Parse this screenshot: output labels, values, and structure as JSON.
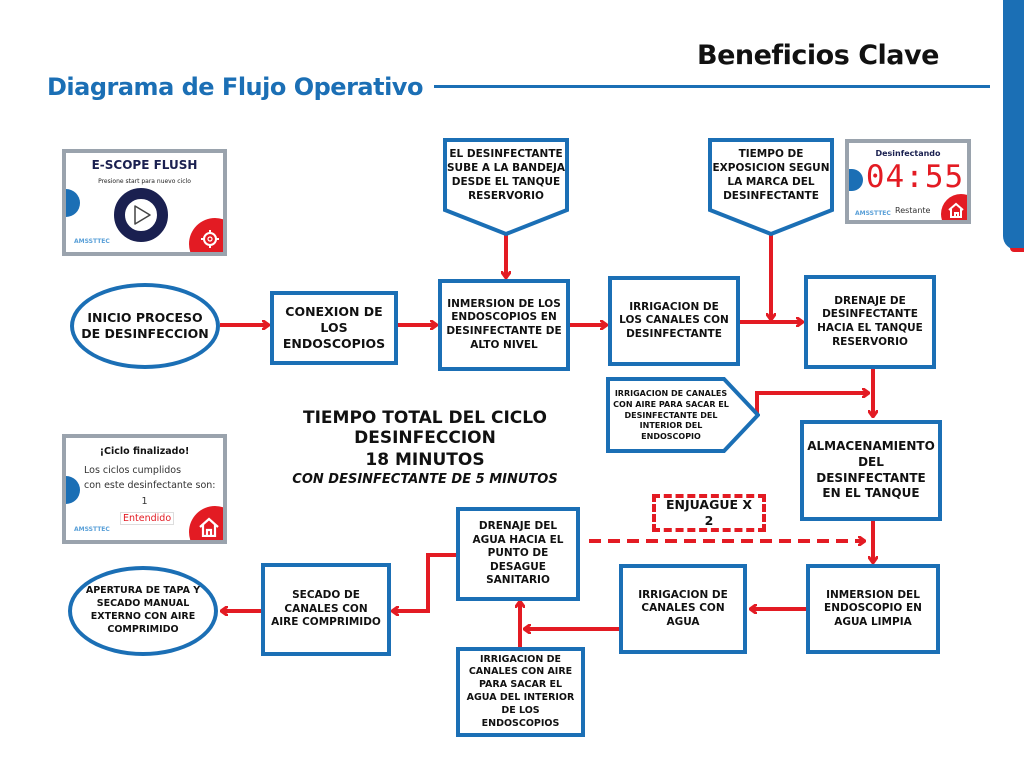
{
  "header": {
    "title": "Diagrama de Flujo Operativo",
    "section_title": "Beneficios Clave"
  },
  "colors": {
    "brand_blue": "#1b6fb5",
    "arrow_red": "#e31b23",
    "text": "#111111",
    "screen_border": "#9aa3ad"
  },
  "screens": {
    "start": {
      "title": "E-SCOPE FLUSH",
      "subtitle": "Presione start para nuevo ciclo",
      "play_icon": "play-icon",
      "settings_icon": "gear-icon",
      "logo": "AMSSTTEC"
    },
    "running": {
      "status": "Desinfectando",
      "timer": "04:55",
      "label": "Restante",
      "home_icon": "home-icon",
      "logo": "AMSSTTEC"
    },
    "finished": {
      "title": "¡Ciclo finalizado!",
      "message_line1": "Los ciclos cumplidos",
      "message_line2": "con este desinfectante son:",
      "count": "1",
      "button": "Entendido",
      "home_icon": "home-icon",
      "logo": "AMSSTTEC"
    }
  },
  "flow": {
    "start": "INICIO PROCESO DE DESINFECCION",
    "connect": "CONEXION DE LOS ENDOSCOPIOS",
    "immerse_disinfectant": "INMERSION DE LOS ENDOSCOPIOS EN DESINFECTANTE DE ALTO NIVEL",
    "irrigate_disinfectant": "IRRIGACION DE LOS CANALES CON DESINFECTANTE",
    "drain_disinfectant": "DRENAJE DE DESINFECTANTE HACIA EL TANQUE RESERVORIO",
    "note_tray": "EL DESINFECTANTE SUBE A LA BANDEJA DESDE EL TANQUE RESERVORIO",
    "note_exposure": "TIEMPO DE EXPOSICION SEGUN LA MARCA DEL DESINFECTANTE",
    "air_purge_disinfectant": "IRRIGACION DE CANALES CON AIRE PARA SACAR EL DESINFECTANTE DEL INTERIOR DEL ENDOSCOPIO",
    "store_disinfectant": "ALMACENAMIENTO DEL DESINFECTANTE EN EL TANQUE",
    "rinse_label": "ENJUAGUE X 2",
    "drain_water": "DRENAJE DEL AGUA HACIA EL PUNTO DE DESAGUE SANITARIO",
    "immerse_water": "INMERSION DEL ENDOSCOPIO EN AGUA LIMPIA",
    "irrigate_water": "IRRIGACION DE CANALES CON AGUA",
    "air_purge_water": "IRRIGACION DE CANALES CON AIRE PARA SACAR EL AGUA DEL INTERIOR DE LOS ENDOSCOPIOS",
    "dry_channels": "SECADO DE CANALES CON AIRE COMPRIMIDO",
    "end": "APERTURA DE TAPA Y SECADO MANUAL EXTERNO CON AIRE COMPRIMIDO"
  },
  "summary": {
    "line1": "TIEMPO TOTAL DEL CICLO DESINFECCION",
    "line2": "18 MINUTOS",
    "line3": "CON DESINFECTANTE DE 5 MINUTOS"
  }
}
